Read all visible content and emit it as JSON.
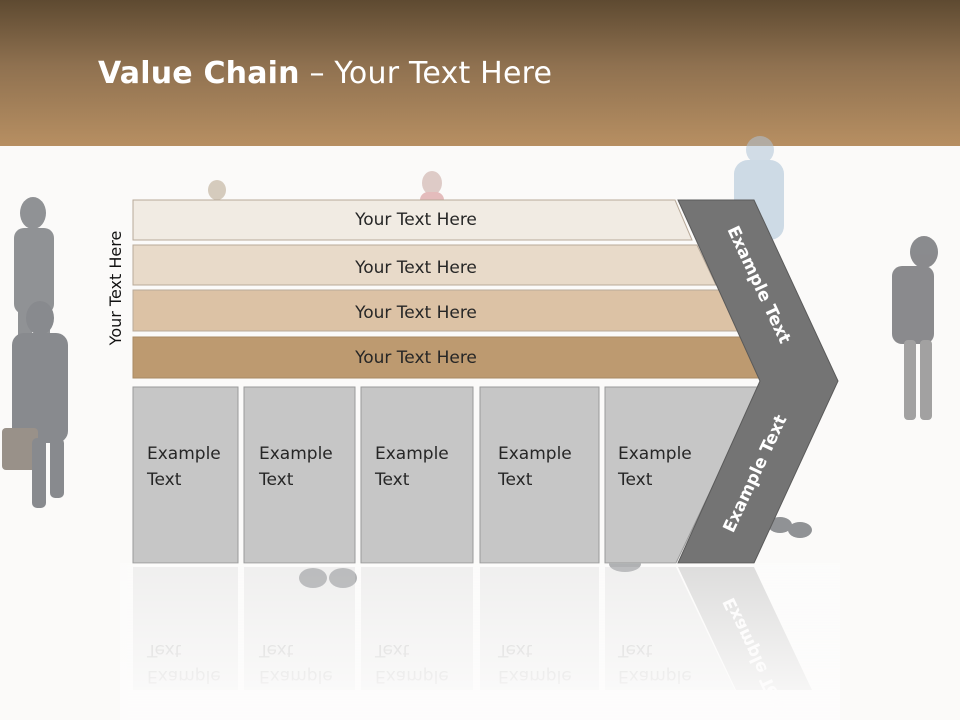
{
  "title": {
    "bold": "Value Chain",
    "rest": " – Your Text Here"
  },
  "side_label": "Your Text Here",
  "rows": [
    {
      "label": "Your Text Here",
      "color": "#f1ebe3"
    },
    {
      "label": "Your Text Here",
      "color": "#e8dac9"
    },
    {
      "label": "Your Text Here",
      "color": "#dcc2a5"
    },
    {
      "label": "Your Text Here",
      "color": "#bd9a70"
    }
  ],
  "boxes": [
    {
      "line1": "Example",
      "line2": "Text"
    },
    {
      "line1": "Example",
      "line2": "Text"
    },
    {
      "line1": "Example",
      "line2": "Text"
    },
    {
      "line1": "Example",
      "line2": "Text"
    },
    {
      "line1": "Example",
      "line2": "Text"
    }
  ],
  "arrow": {
    "upper_label": "Example Text",
    "lower_label": "Example Text",
    "color": "#747474"
  },
  "colors": {
    "header_top": "#5e4a31",
    "header_bottom": "#b78f62",
    "box_fill": "#c6c6c6",
    "box_stroke": "#9a9a9a"
  }
}
